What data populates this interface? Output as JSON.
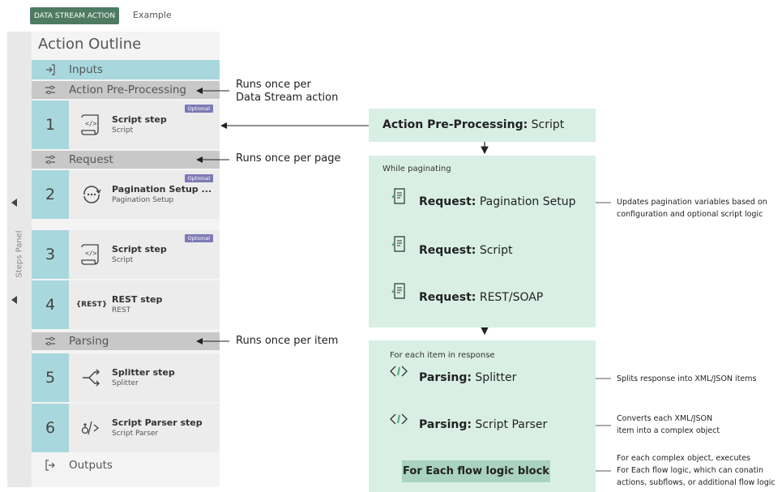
{
  "tabs": {
    "active": "DATA STREAM ACTION",
    "other": "Example"
  },
  "steps_panel": {
    "label": "Steps Panel"
  },
  "outline": {
    "title": "Action Outline",
    "inputs": "Inputs",
    "outputs": "Outputs",
    "sections": {
      "pre": "Action Pre-Processing",
      "request": "Request",
      "parsing": "Parsing"
    },
    "optional_badge": "Optional",
    "steps": [
      {
        "num": "1",
        "title": "Script step",
        "sub": "Script",
        "icon": "script-icon"
      },
      {
        "num": "2",
        "title": "Pagination Setup ...",
        "sub": "Pagination Setup",
        "icon": "pagination-icon"
      },
      {
        "num": "3",
        "title": "Script step",
        "sub": "Script",
        "icon": "script-icon"
      },
      {
        "num": "4",
        "title": "REST step",
        "sub": "REST",
        "icon": "rest-icon",
        "glyph": "{REST}"
      },
      {
        "num": "5",
        "title": "Splitter step",
        "sub": "Splitter",
        "icon": "splitter-icon"
      },
      {
        "num": "6",
        "title": "Script Parser step",
        "sub": "Script Parser",
        "icon": "script-parser-icon"
      }
    ]
  },
  "annotations": {
    "pre_line1": "Runs once per",
    "pre_line2": "Data Stream action",
    "request": "Runs once per page",
    "parsing": "Runs once per item"
  },
  "flow": {
    "pre": {
      "bold": "Action Pre-Processing:",
      "rest": " Script"
    },
    "paginating_label": "While paginating",
    "req_bold": "Request:",
    "req1": " Pagination Setup",
    "req2": " Script",
    "req3": " REST/SOAP",
    "item_label": "For each item in response",
    "parse_bold": "Parsing:",
    "parse1": " Splitter",
    "parse2": " Script Parser",
    "for_each": "For Each flow logic block",
    "notes": {
      "n1_line1": "Updates pagination variables based on",
      "n1_line2": "configuration and optional script logic",
      "n2": "Splits response into XML/JSON items",
      "n3_line1": "Converts each XML/JSON",
      "n3_line2": "item into a complex object",
      "n4_line1": "For each complex object, executes",
      "n4_line2": "For Each flow logic, which can conatin",
      "n4_line3": "actions, subflows, or additional flow logic"
    }
  }
}
